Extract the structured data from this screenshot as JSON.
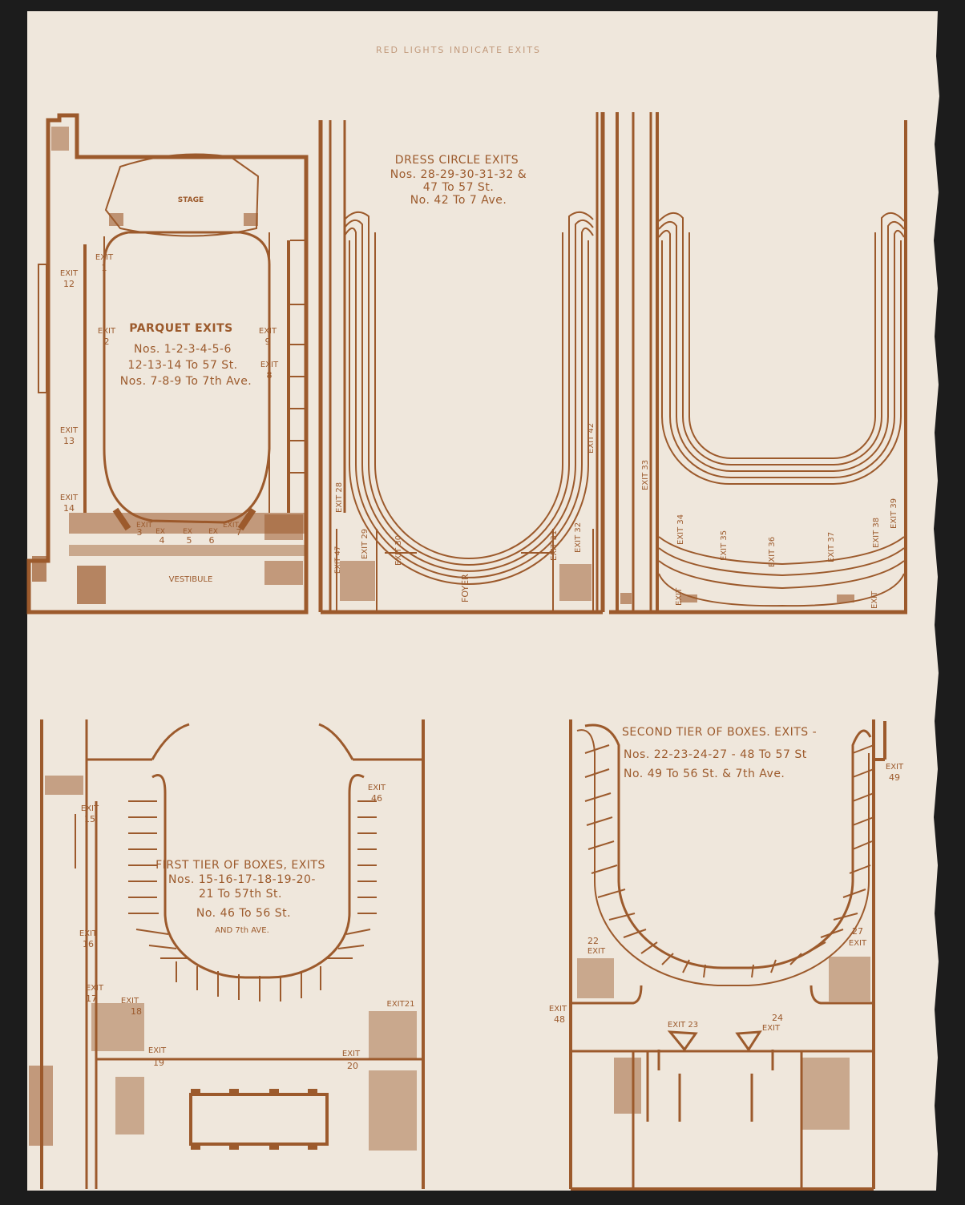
{
  "header": "RED LIGHTS INDICATE EXITS",
  "colors": {
    "ink": "#9c5a2c",
    "paper": "#efe7dc",
    "frame": "#1c1c1c"
  },
  "parquet": {
    "stage": "STAGE",
    "vestibule": "VESTIBULE",
    "caption": [
      "PARQUET EXITS",
      "Nos. 1-2-3-4-5-6",
      "12-13-14 To 57 St.",
      "Nos. 7-8-9 To 7th Ave."
    ],
    "exits": [
      {
        "w": "EXIT",
        "n": "1"
      },
      {
        "w": "EXIT",
        "n": "2"
      },
      {
        "w": "EXIT",
        "n": "9"
      },
      {
        "w": "EXIT",
        "n": "8"
      },
      {
        "w": "EXIT",
        "n": "12"
      },
      {
        "w": "EXIT",
        "n": "13"
      },
      {
        "w": "EXIT",
        "n": "14"
      },
      {
        "w": "EXIT",
        "n": "3"
      },
      {
        "w": "EX",
        "n": "4"
      },
      {
        "w": "EX",
        "n": "5"
      },
      {
        "w": "EX",
        "n": "6"
      },
      {
        "w": "EXIT",
        "n": "7"
      }
    ]
  },
  "dress_circle": {
    "caption": [
      "DRESS CIRCLE EXITS",
      "Nos. 28-29-30-31-32 &",
      "47 To 57 St.",
      "No. 42 To 7 Ave."
    ],
    "foyer": "FOYER",
    "exits": [
      {
        "w": "EXIT",
        "n": "28"
      },
      {
        "w": "EXIT",
        "n": "47"
      },
      {
        "w": "EXIT",
        "n": "29"
      },
      {
        "w": "EXIT",
        "n": "30"
      },
      {
        "w": "EXIT",
        "n": "31"
      },
      {
        "w": "EXIT",
        "n": "32"
      },
      {
        "w": "EXIT",
        "n": "42"
      }
    ]
  },
  "balcony": {
    "exits": [
      {
        "w": "EXIT",
        "n": "33"
      },
      {
        "w": "EXIT",
        "n": "34"
      },
      {
        "w": "EXIT",
        "n": "35"
      },
      {
        "w": "EXIT",
        "n": "36"
      },
      {
        "w": "EXIT",
        "n": "37"
      },
      {
        "w": "EXIT",
        "n": "38"
      },
      {
        "w": "EXIT",
        "n": "39"
      },
      {
        "w": "EXIT",
        "n": ""
      },
      {
        "w": "EXIT",
        "n": ""
      }
    ]
  },
  "first_tier": {
    "caption": [
      "FIRST TIER OF BOXES, EXITS",
      "Nos. 15-16-17-18-19-20-",
      "21 To 57th St.",
      "No. 46 To 56 St.",
      "AND 7th AVE."
    ],
    "exits": [
      {
        "w": "EXIT",
        "n": "15"
      },
      {
        "w": "EXIT",
        "n": "16"
      },
      {
        "w": "EXIT",
        "n": "17"
      },
      {
        "w": "EXIT",
        "n": "18"
      },
      {
        "w": "EXIT",
        "n": "19"
      },
      {
        "w": "EXIT",
        "n": "20"
      },
      {
        "w": "EXIT",
        "n": "21"
      },
      {
        "w": "EXIT",
        "n": "46"
      }
    ]
  },
  "second_tier": {
    "caption": [
      "SECOND TIER OF BOXES. EXITS -",
      "Nos. 22-23-24-27 - 48 To 57 St",
      "No. 49 To 56 St. & 7th Ave."
    ],
    "exits": [
      {
        "w": "EXIT",
        "n": "22"
      },
      {
        "w": "EXIT",
        "n": "23"
      },
      {
        "w": "EXIT",
        "n": "24"
      },
      {
        "w": "EXIT",
        "n": "27"
      },
      {
        "w": "EXIT",
        "n": "48"
      },
      {
        "w": "EXIT",
        "n": "49"
      }
    ]
  }
}
